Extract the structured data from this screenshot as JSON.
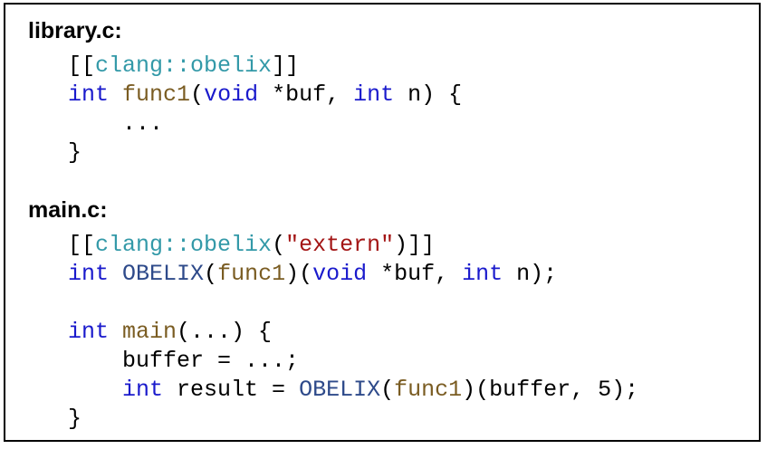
{
  "colors": {
    "keyword": "#1a1acc",
    "attribute": "#3399a8",
    "function": "#7a5c22",
    "string": "#a31515",
    "macro": "#2e4a8a",
    "text": "#000000",
    "border": "#000000",
    "background": "#ffffff"
  },
  "library": {
    "filename": "library.c:",
    "lines": [
      [
        {
          "t": "[[",
          "k": "plain"
        },
        {
          "t": "clang::obelix",
          "k": "attr"
        },
        {
          "t": "]]",
          "k": "plain"
        }
      ],
      [
        {
          "t": "int",
          "k": "kw"
        },
        {
          "t": " ",
          "k": "plain"
        },
        {
          "t": "func1",
          "k": "fn"
        },
        {
          "t": "(",
          "k": "plain"
        },
        {
          "t": "void",
          "k": "kw"
        },
        {
          "t": " *buf, ",
          "k": "plain"
        },
        {
          "t": "int",
          "k": "kw"
        },
        {
          "t": " n) {",
          "k": "plain"
        }
      ],
      [
        {
          "t": "    ...",
          "k": "plain"
        }
      ],
      [
        {
          "t": "}",
          "k": "plain"
        }
      ]
    ]
  },
  "main": {
    "filename": "main.c:",
    "lines": [
      [
        {
          "t": "[[",
          "k": "plain"
        },
        {
          "t": "clang::obelix",
          "k": "attr"
        },
        {
          "t": "(",
          "k": "plain"
        },
        {
          "t": "\"extern\"",
          "k": "str"
        },
        {
          "t": ")]]",
          "k": "plain"
        }
      ],
      [
        {
          "t": "int",
          "k": "kw"
        },
        {
          "t": " ",
          "k": "plain"
        },
        {
          "t": "OBELIX",
          "k": "mac"
        },
        {
          "t": "(",
          "k": "plain"
        },
        {
          "t": "func1",
          "k": "fn"
        },
        {
          "t": ")(",
          "k": "plain"
        },
        {
          "t": "void",
          "k": "kw"
        },
        {
          "t": " *buf, ",
          "k": "plain"
        },
        {
          "t": "int",
          "k": "kw"
        },
        {
          "t": " n);",
          "k": "plain"
        }
      ],
      [],
      [
        {
          "t": "int",
          "k": "kw"
        },
        {
          "t": " ",
          "k": "plain"
        },
        {
          "t": "main",
          "k": "fn"
        },
        {
          "t": "(...) {",
          "k": "plain"
        }
      ],
      [
        {
          "t": "    buffer = ...;",
          "k": "plain"
        }
      ],
      [
        {
          "t": "    ",
          "k": "plain"
        },
        {
          "t": "int",
          "k": "kw"
        },
        {
          "t": " result = ",
          "k": "plain"
        },
        {
          "t": "OBELIX",
          "k": "mac"
        },
        {
          "t": "(",
          "k": "plain"
        },
        {
          "t": "func1",
          "k": "fn"
        },
        {
          "t": ")(buffer, 5);",
          "k": "plain"
        }
      ],
      [
        {
          "t": "}",
          "k": "plain"
        }
      ]
    ]
  }
}
